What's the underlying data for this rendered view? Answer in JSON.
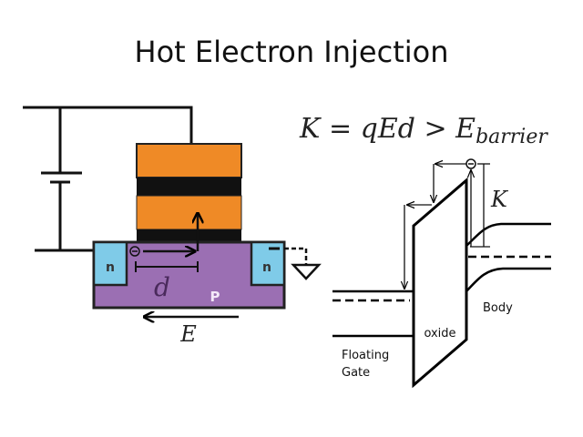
{
  "slide": {
    "title": "Hot Electron Injection",
    "formula": {
      "lhs": "K",
      "eq": " = ",
      "mid": "qEd",
      "gt": " > ",
      "rhs": "E",
      "rhs_sub": "barrier"
    }
  },
  "transistor_diagram": {
    "source_label": "n",
    "drain_label": "n",
    "substrate_label": "P",
    "distance_label": "d",
    "field_label": "E",
    "electron_symbol": "⊖",
    "colors": {
      "gate_orange": "#ef8a26",
      "oxide_black": "#111111",
      "substrate_purple": "#9b6fb3",
      "n_region_blue": "#7fcbe8",
      "substrate_label": "#f4e8f8"
    }
  },
  "band_diagram": {
    "energy_label": "K",
    "oxide_label": "oxide",
    "body_label": "Body",
    "floating_gate_label_line1": "Floating",
    "floating_gate_label_line2": "Gate",
    "electron_symbol": "⊖"
  }
}
